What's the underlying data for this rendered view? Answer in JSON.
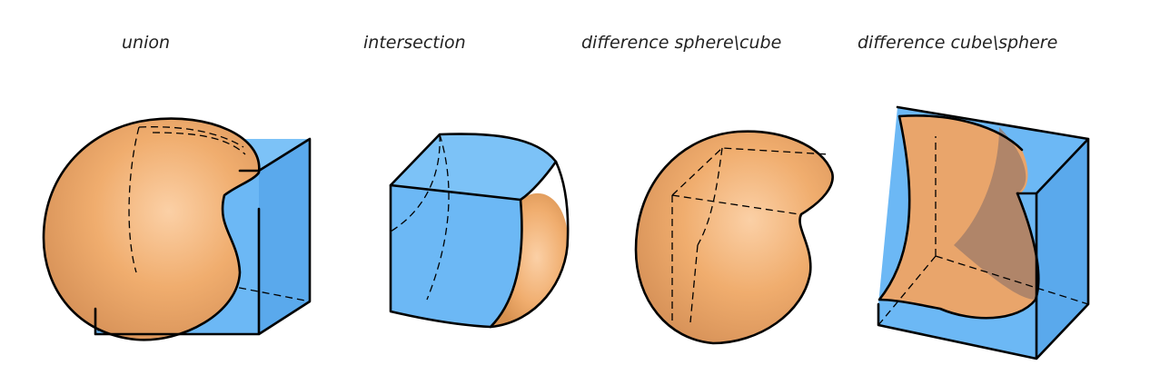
{
  "labels": {
    "union": "union",
    "intersection": "intersection",
    "difference_sphere_cube": "difference sphere\\cube",
    "difference_cube_sphere": "difference cube\\sphere"
  },
  "colors": {
    "cube_blue": "#6cb8f5",
    "sphere_orange": "#f0ad6e",
    "sphere_highlight": "#fbd0a6",
    "sphere_shadow": "#c8844a",
    "inner_dark": "#9c7b68",
    "edge_black": "#000000"
  }
}
